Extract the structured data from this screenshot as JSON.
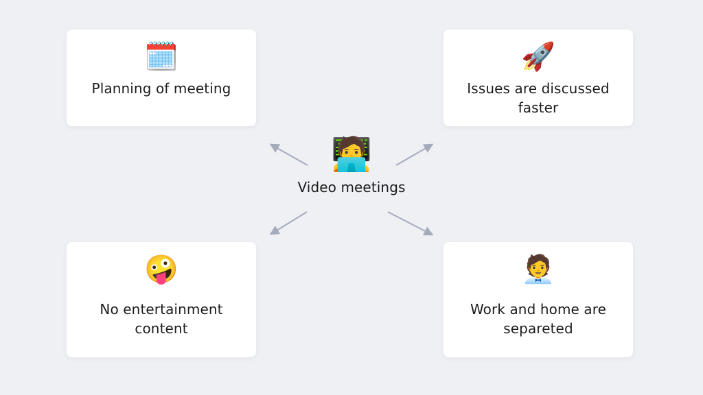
{
  "center": {
    "emoji": "🧑‍💻",
    "icon": "person-with-laptop-icon",
    "label": "Video meetings"
  },
  "nodes": [
    {
      "id": "tl",
      "emoji": "🗓️",
      "icon": "calendar-icon",
      "label": "Planning of meeting"
    },
    {
      "id": "tr",
      "emoji": "🚀",
      "icon": "rocket-icon",
      "label": "Issues are discussed faster"
    },
    {
      "id": "bl",
      "emoji": "🤪",
      "icon": "zany-face-icon",
      "label": "No entertainment content"
    },
    {
      "id": "br",
      "emoji": "🧑‍💼",
      "icon": "office-worker-icon",
      "label": "Work and home are separeted"
    }
  ],
  "colors": {
    "background": "#eef0f4",
    "card": "#ffffff",
    "arrow": "#a4abbb",
    "text": "#1c1c1e"
  }
}
